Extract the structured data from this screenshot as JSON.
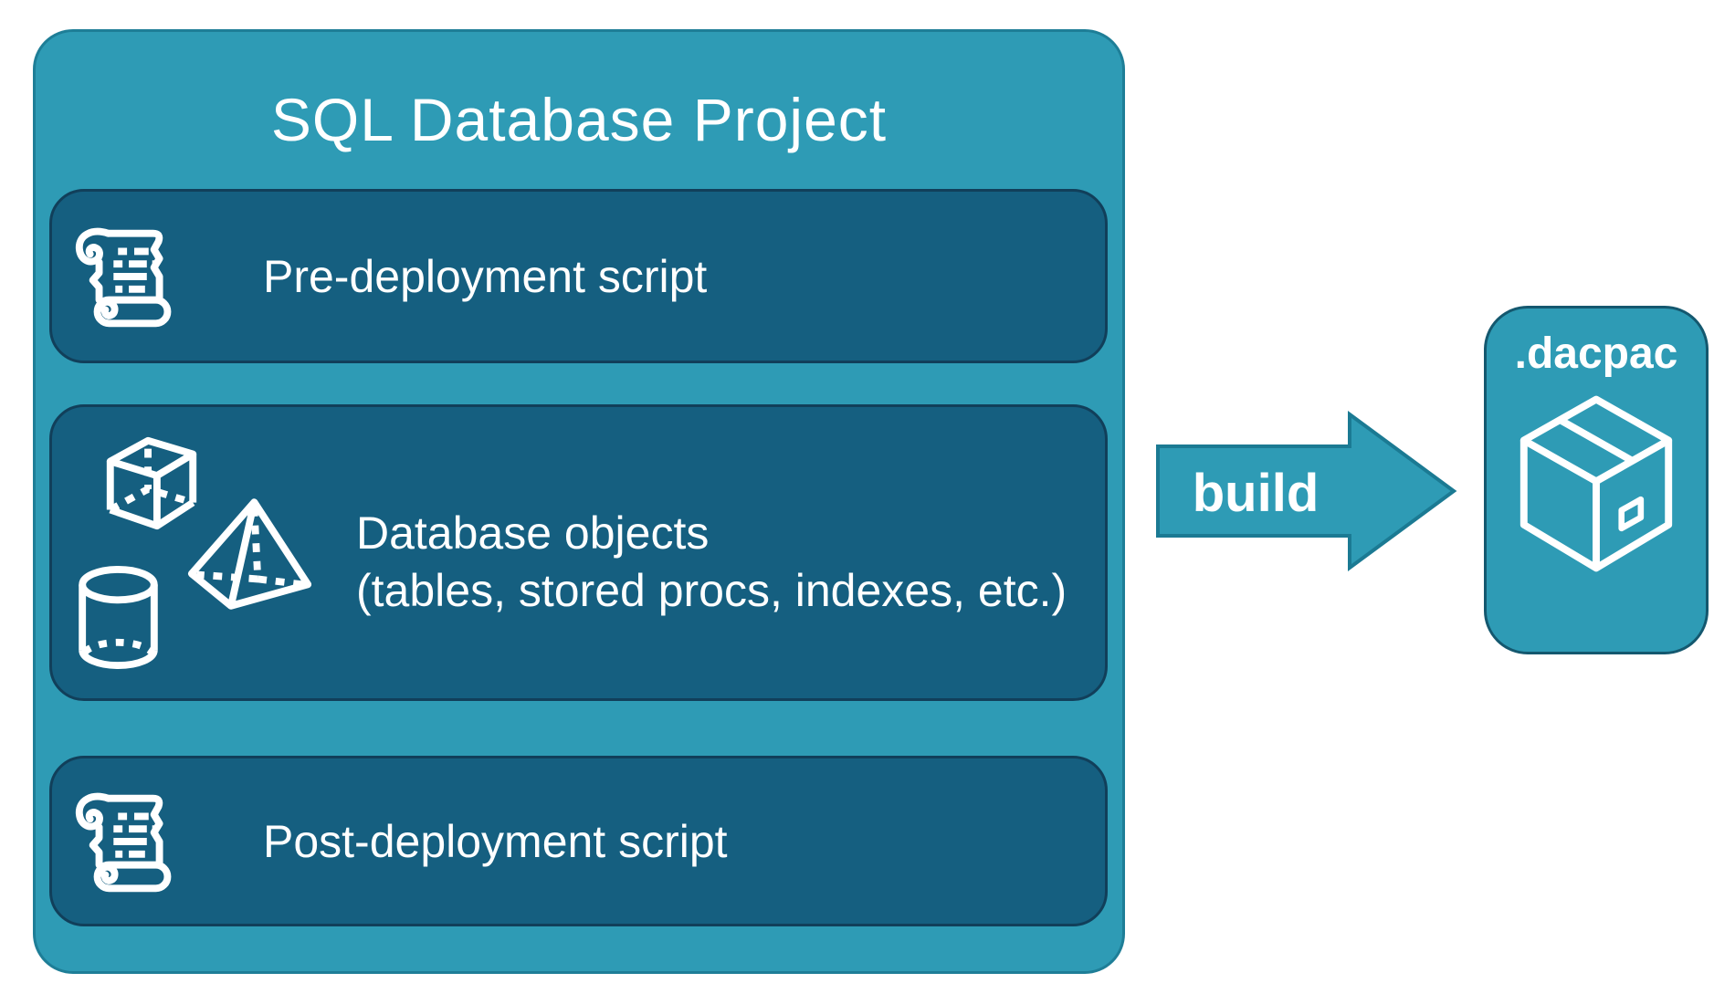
{
  "project": {
    "title": "SQL Database Project",
    "rows": [
      {
        "id": "pre",
        "label": "Pre-deployment script",
        "icon": "scroll-icon"
      },
      {
        "id": "db",
        "label_line1": "Database objects",
        "label_line2": "(tables, stored procs, indexes, etc.)",
        "icons": [
          "cube-icon",
          "pyramid-icon",
          "cylinder-icon"
        ]
      },
      {
        "id": "post",
        "label": "Post-deployment script",
        "icon": "scroll-icon"
      }
    ]
  },
  "arrow": {
    "label": "build",
    "direction": "right"
  },
  "output": {
    "label": ".dacpac",
    "icon": "package-icon"
  },
  "colors": {
    "teal_fill": "#2e9bb5",
    "teal_border": "#1e7e97",
    "dark_row_fill": "#155f80",
    "dark_row_border": "#113f5a",
    "dacpac_border": "#14586f",
    "text": "#ffffff",
    "background": "#ffffff"
  }
}
